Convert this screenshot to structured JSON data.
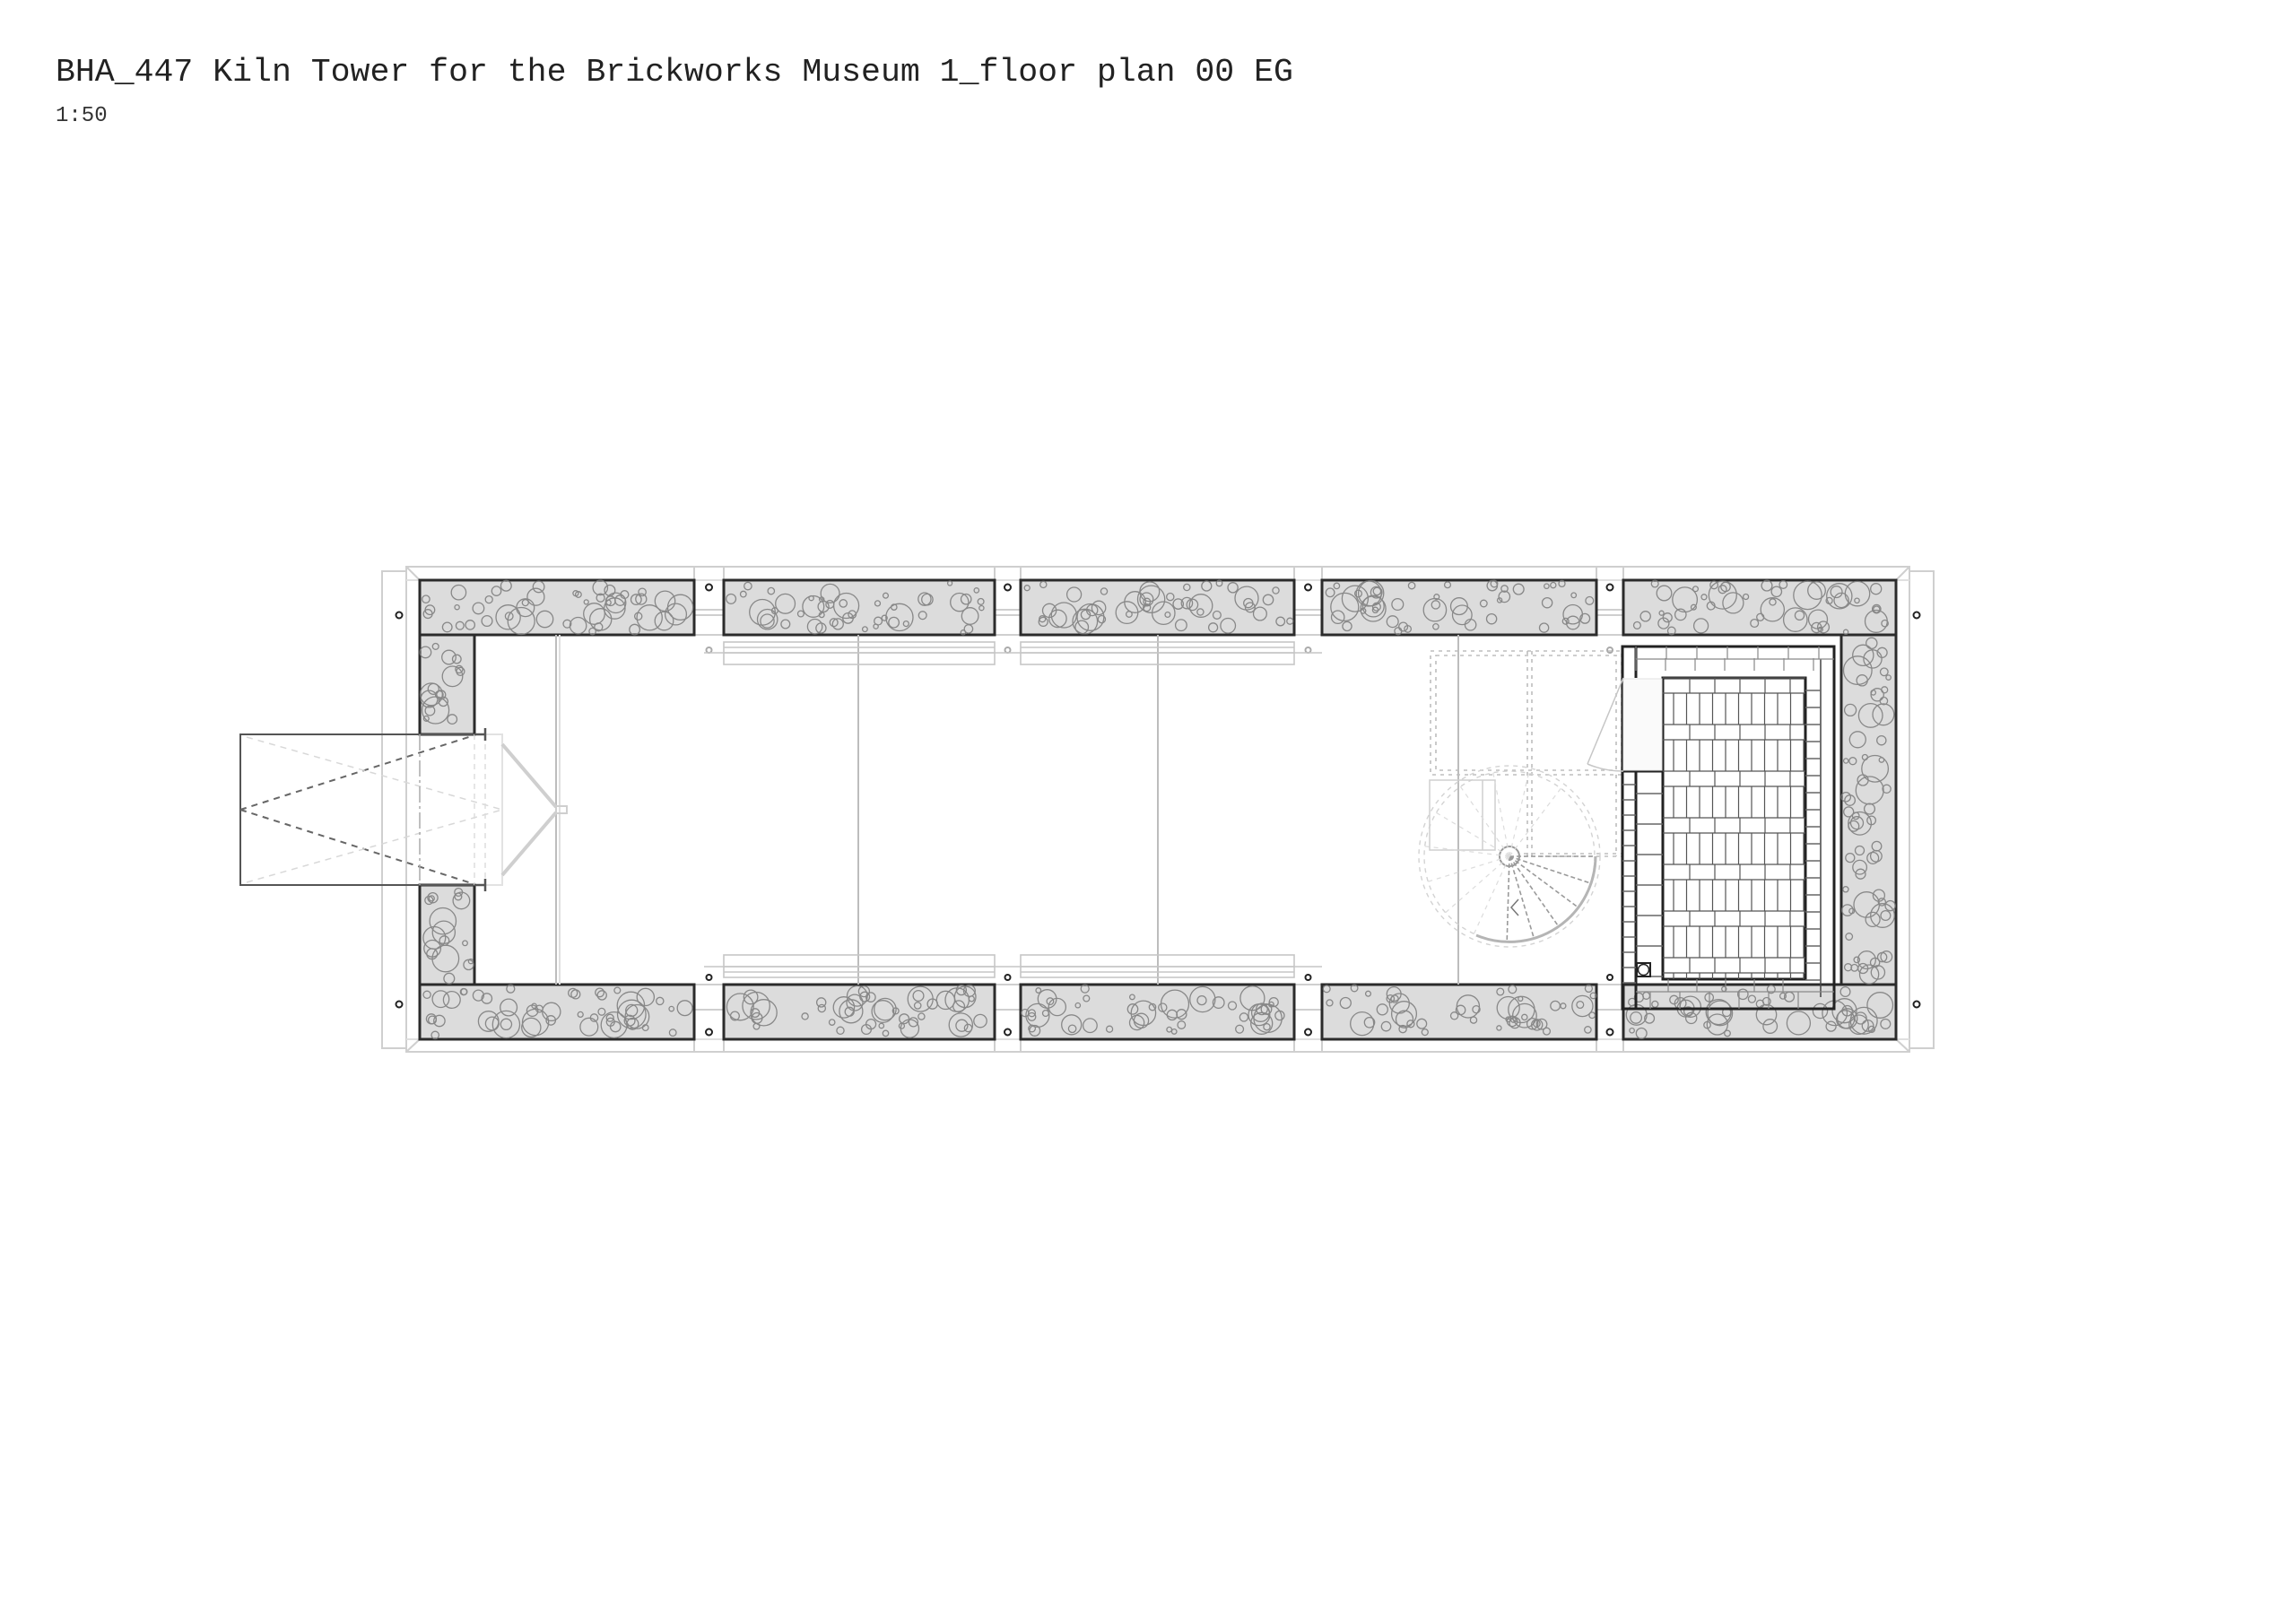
{
  "drawing": {
    "title": "BHA_447 Kiln Tower for the Brickworks Museum 1_floor plan 00 EG",
    "scale": "1:50",
    "view": "floor plan",
    "level": "00 EG"
  },
  "plan": {
    "colors": {
      "wall_fill": "#dcdcdc",
      "wall_edge": "#2b2b2b",
      "bubble": "#7a7a7a",
      "light_line": "#c8c8c8",
      "mid_line": "#9a9a9a",
      "dark_line": "#444444"
    },
    "elements": [
      {
        "name": "outer-frame",
        "label": "Building outline / facade frame"
      },
      {
        "name": "wall-segments",
        "label": "Rammed-earth wall panels (10 panels, north and south)"
      },
      {
        "name": "end-walls",
        "label": "West and east end walls"
      },
      {
        "name": "entrance-canopy",
        "label": "West entrance canopy with folding doors"
      },
      {
        "name": "benches",
        "label": "Wall benches (4)"
      },
      {
        "name": "spiral-stair",
        "label": "Spiral staircase"
      },
      {
        "name": "upper-landing",
        "label": "Upper landing (dashed, above)"
      },
      {
        "name": "kiln",
        "label": "Brick kiln"
      },
      {
        "name": "columns",
        "label": "Column markers"
      }
    ]
  }
}
